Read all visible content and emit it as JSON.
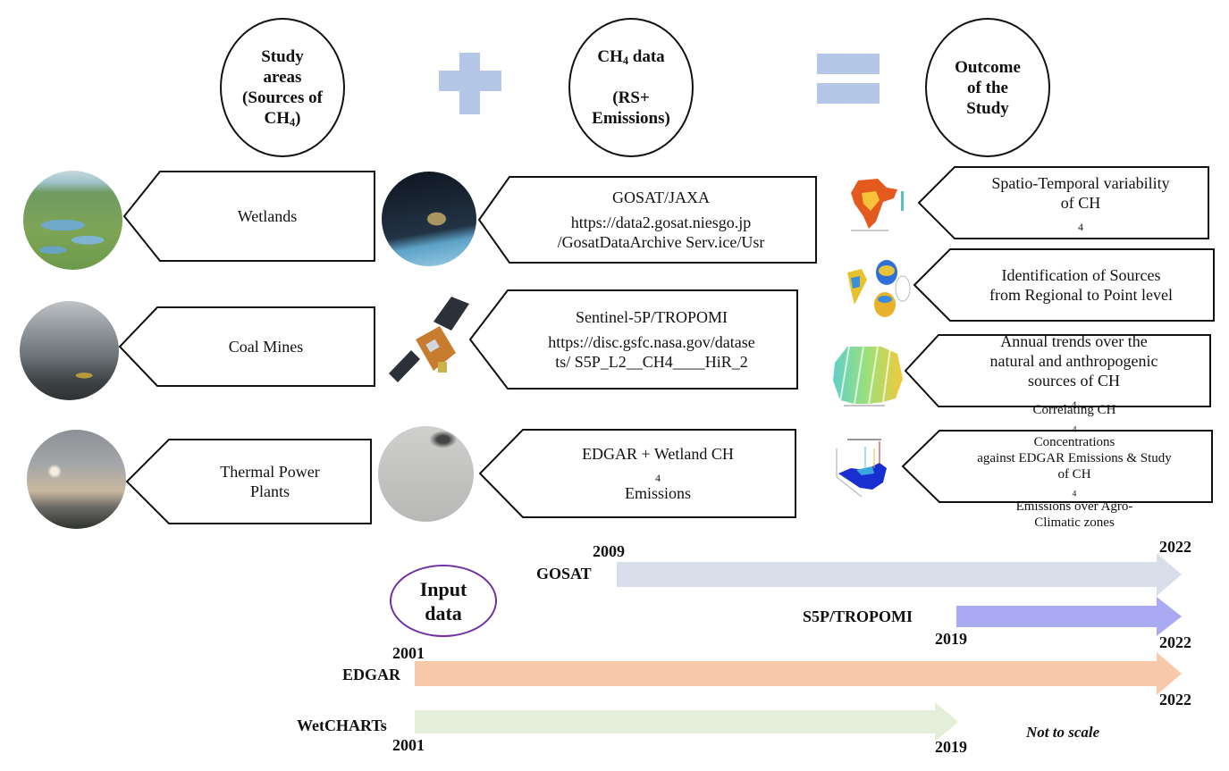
{
  "header": {
    "study_areas": {
      "line1": "Study",
      "line2": "areas",
      "line3": "(Sources of",
      "line4_main": "CH",
      "line4_sub": "4",
      "line4_end": ")"
    },
    "plus_icon": "plus-icon",
    "ch4_data": {
      "line1_main": "CH",
      "line1_sub": "4",
      "line1_end": " data",
      "line2": "(RS+",
      "line3": "Emissions)"
    },
    "equals_icon": "equals-icon",
    "outcome": {
      "line1": "Outcome",
      "line2": "of the",
      "line3": "Study"
    }
  },
  "study_areas": [
    {
      "label_lines": [
        "Wetlands"
      ],
      "image": "wetlands-photo"
    },
    {
      "label_lines": [
        "Coal Mines"
      ],
      "image": "coal-mines-photo"
    },
    {
      "label_lines": [
        "Thermal Power",
        "Plants"
      ],
      "image": "thermal-power-plants-photo"
    }
  ],
  "ch4_sources": [
    {
      "title": "GOSAT/JAXA",
      "url_lines": [
        "https://data2.gosat.niesgo.jp",
        "/GosatDataArchive Serv.ice/Usr"
      ],
      "image": "gosat-satellite-image"
    },
    {
      "title": "Sentinel-5P/TROPOMI",
      "url_lines": [
        "https://disc.gsfc.nasa.gov/datase",
        "ts/ S5P_L2__CH4____HiR_2"
      ],
      "image": "sentinel-5p-satellite-image"
    },
    {
      "title_main": "EDGAR + Wetland CH",
      "title_sub": "4",
      "line2": "Emissions",
      "image": "haze-photo"
    }
  ],
  "outcomes": [
    {
      "line1": "Spatio-Temporal variability",
      "line2_main": "of CH",
      "line2_sub": "4",
      "image": "india-ch4-map"
    },
    {
      "line1": "Identification of Sources",
      "line2": "from Regional to Point level",
      "image": "source-identification-maps"
    },
    {
      "line1": "Annual trends over the",
      "line2": "natural and anthropogenic",
      "line3_main": "sources of CH",
      "line3_sub": "4",
      "image": "annual-trend-maps"
    },
    {
      "line1_a": "Correlating CH",
      "line1_sub": "4",
      "line1_b": " Concentrations",
      "line2": "against EDGAR Emissions & Study",
      "line3_a": "of CH",
      "line3_sub": "4",
      "line3_b": " Emissions over Agro-",
      "line4": "Climatic zones",
      "image": "3d-emission-plot"
    }
  ],
  "timeline": {
    "title_line1": "Input",
    "title_line2": "data",
    "note": "Not to scale",
    "bars": [
      {
        "name": "GOSAT",
        "start": 2009,
        "end": 2022,
        "color": "#d9dfea"
      },
      {
        "name": "S5P/TROPOMI",
        "start": 2019,
        "end": 2022,
        "color": "#aaaaf2"
      },
      {
        "name": "EDGAR",
        "start": 2001,
        "end": 2022,
        "color": "#f7c9aa"
      },
      {
        "name": "WetCHARTs",
        "start": 2001,
        "end": 2019,
        "color": "#e3efd9"
      }
    ],
    "labels": {
      "gosat_start": "2009",
      "gosat_end": "2022",
      "s5p_start": "2019",
      "s5p_end": "2022",
      "edgar_start": "2001",
      "edgar_end": "2022",
      "wet_start": "2001",
      "wet_end": "2019"
    }
  },
  "colors": {
    "symbol_blue": "#b4c7e7",
    "input_oval": "#7030a0"
  }
}
